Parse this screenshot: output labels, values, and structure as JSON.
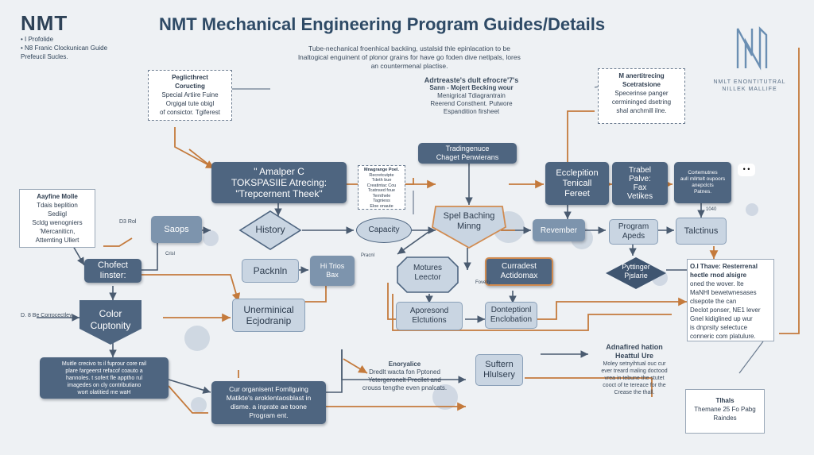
{
  "header": {
    "logo": "NMT",
    "sub_lines": [
      "• I Profolide",
      "• N8 Franic Clockunican Guide",
      "Prefeucil Sucles."
    ],
    "title": "NMT Mechanical Engineering Program Guides/Details",
    "intro": "Tube-nechanical froenhical backiing, ustalsid thle epinlacation to be lnaltogical enguinent of plonor grains for have go foden dive netlpals, lores an countermenal plactise.",
    "logo_caption": "NMLT ENONTITUTRAL NILLEK MALLIFE"
  },
  "notes": {
    "n1_lines": [
      "Peglicthrect",
      "Coructing",
      "Special Artiire Fuine",
      "Orgigal tute obigl",
      "of consictor. Tgiferest"
    ],
    "n2_lines": [
      "Adrtreaste's dult efrocre'7's",
      "Sann - Mojert Becking wour",
      "Menigrical Tdiagrantrain",
      "Reerend Consthent. Putwore",
      "Espandition firsheet"
    ],
    "n3_lines": [
      "M anertitrecing",
      "Scetratsione",
      "Specerinse panger",
      "cermininged dsetring",
      "shal anchmill ilne."
    ],
    "n4_lines": [
      "Aayfine Molle",
      "Tdais beplition",
      "Sediigl",
      "Scldg wenogniers",
      "'Mercaniticn,",
      "Attemting Ullert"
    ],
    "n5_lines": [
      "Mnagrange Poel.",
      "Recretcutpte",
      "Tdeth bue",
      "Creatintac Cou",
      "Tcatnsed foue",
      "Ternthele",
      "Tagniess",
      "Eloe onaute"
    ],
    "n6_lines": [
      "O.I Thave: Resterrenal",
      "hectle rnod alsigre",
      "oned the wover. Ite",
      "MaNHl bewetwnesases",
      "clsepote the can",
      "Declot ponser, NE1 lever",
      "Gnel kidiglined up wur",
      "is dnprsity selectuce",
      "conneric com platulure."
    ],
    "n7_lines": [
      "Adnafired hation",
      "Heattul Ure",
      "Moley setnyihtual ouc cur",
      "ever treard maling doctood",
      "vrea in tebune the stutet",
      "cooct of te tereace for the",
      "Crease the thall."
    ],
    "n8_lines": [
      "Tlhals",
      "Themane 25 Fo Pabg",
      "Raindes"
    ],
    "n9_lines": [
      "Enoryalice",
      "Dredlt wacta fon Pptoned",
      "Yetergeronelt Precllet and",
      "crouss tengthe even pnalcats."
    ],
    "n10_lines": [
      "Muitle crecivo ts il fuprour core rail",
      "plare fargeerst refacof coauto a",
      "hannoles. t sofert fle apptho rul",
      "imagedes on cly contributiano",
      "wort olatitied me waH"
    ]
  },
  "nodes": {
    "trading": [
      "Tradingenuce",
      "Chaget Penwierans"
    ],
    "amalper": [
      "\" Amalper C",
      "TOKSPASIIE Atrecing:",
      "\"Trepcernent Theek\""
    ],
    "eccl": [
      "Ecclepition",
      "Tenicall",
      "Fereet"
    ],
    "trabel": [
      "Trabel",
      "Palve:",
      "Fax",
      "Vetikes"
    ],
    "contemutnes": [
      "Cortemutnes",
      "aull mllrtelt oupoors",
      "anepclcts",
      "Patnes."
    ],
    "saops": "Saops",
    "history": "History",
    "capacity": "Capacity",
    "spel": [
      "Spel Baching",
      "Minng"
    ],
    "revember": "Revember",
    "program": [
      "Program",
      "Apeds"
    ],
    "talctinus": "Talctinus",
    "chofect": [
      "Chofect",
      "Iinster:"
    ],
    "packnin": "Packnln",
    "htrios": [
      "Hi Trios",
      "Bax"
    ],
    "motures": [
      "Motures",
      "Leector"
    ],
    "curradest": [
      "Curradest",
      "Actidomax"
    ],
    "pyttinger": [
      "Pyttinger",
      "Pjslarie"
    ],
    "color": [
      "Color",
      "Cuptonity"
    ],
    "unermin": [
      "Unerminical",
      "Ecjodranip"
    ],
    "aporesond": [
      "Aporesond",
      "Elctutions"
    ],
    "donteptionl": [
      "Donteptionl",
      "Enclobation"
    ],
    "suftern": [
      "Suftern",
      "Hlulsery"
    ],
    "cur": [
      "Cur organisent Fomllguing",
      "Matikte's aroklentaosblast in",
      "disme. a inprate ae toone",
      "Program ent."
    ]
  },
  "small_labels": {
    "d3rol": "D3 Rol",
    "d8": "D. 8 Be Corrocectley",
    "label_1040": "1040",
    "label_crisl": "Crisl",
    "label_fovetiy": "Fovetiy",
    "dots": "• •",
    "pracnl": "Pracnl"
  },
  "colors": {
    "dark_node": "#4e6580",
    "mid_node": "#7d94ad",
    "light_node": "#c9d5e2",
    "arrow_orange": "#d18b50",
    "arrow_gray": "#5a6b80",
    "background": "#eef1f4"
  }
}
